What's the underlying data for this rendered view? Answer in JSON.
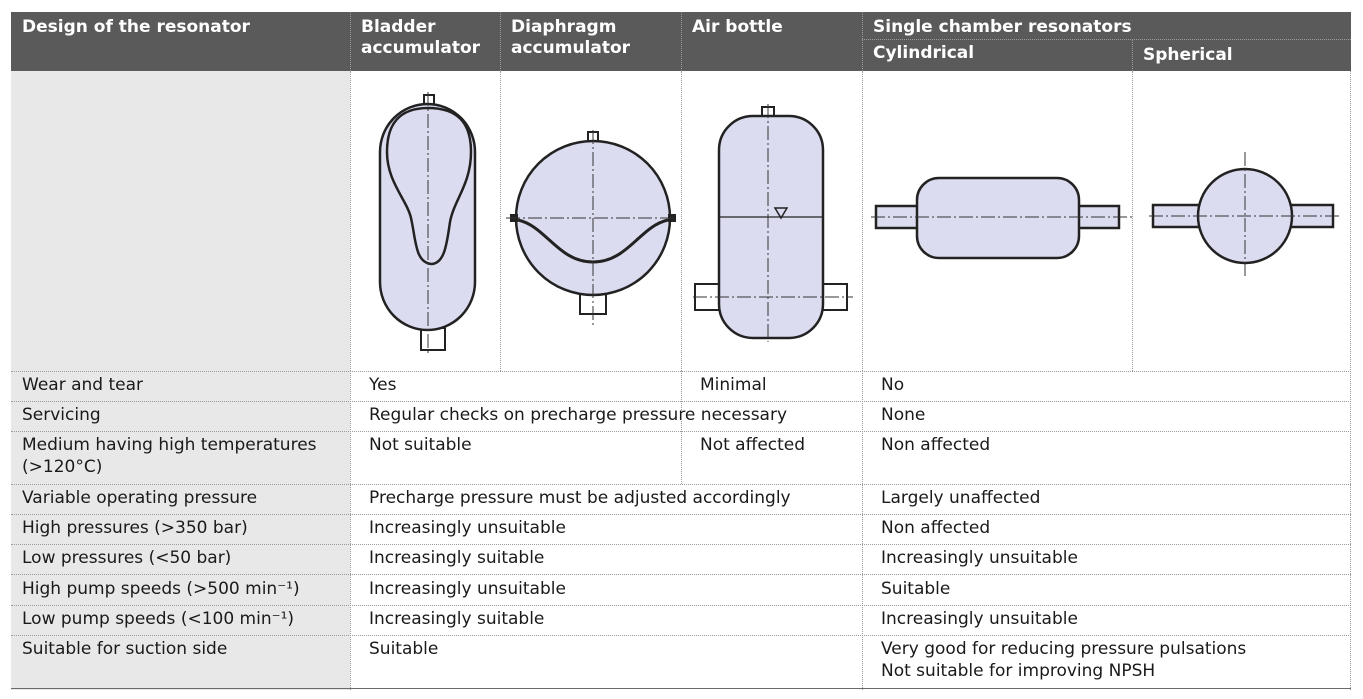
{
  "header": {
    "design": "Design of the resonator",
    "bladder": [
      "Bladder",
      "accumulator"
    ],
    "diaphragm": [
      "Diaphragm",
      "accumulator"
    ],
    "air_bottle": "Air bottle",
    "single_chamber": "Single chamber resonators",
    "cylindrical": "Cylindrical",
    "spherical": "Spherical"
  },
  "rows": [
    {
      "label": "Wear and tear",
      "values": [
        "Yes",
        "Minimal",
        "No"
      ]
    },
    {
      "label": "Servicing",
      "values": [
        "Regular checks on precharge pressure necessary",
        "None"
      ]
    },
    {
      "label": [
        "Medium having high temperatures",
        "(>120°C)"
      ],
      "values": [
        "Not suitable",
        "Not affected",
        "Non affected"
      ]
    },
    {
      "label": "Variable operating pressure",
      "values": [
        "Precharge pressure must be adjusted accordingly",
        "Largely unaffected"
      ]
    },
    {
      "label": "High pressures (>350 bar)",
      "values": [
        "Increasingly unsuitable",
        "Non affected"
      ]
    },
    {
      "label": "Low pressures (<50 bar)",
      "values": [
        "Increasingly suitable",
        "Increasingly unsuitable"
      ]
    },
    {
      "label": "High pump speeds (>500 min⁻¹)",
      "values": [
        "Increasingly unsuitable",
        "Suitable"
      ]
    },
    {
      "label": "Low pump speeds (<100 min⁻¹)",
      "values": [
        "Increasingly suitable",
        "Increasingly unsuitable"
      ]
    },
    {
      "label": "Suitable for suction side",
      "values": [
        "Suitable",
        [
          "Very good for reducing pressure pulsations",
          "Not suitable for improving NPSH"
        ]
      ]
    }
  ],
  "colors": {
    "header_bg": "#5a5a5a",
    "label_bg": "#e8e8e8",
    "drawing_fill": "#dcdcf0"
  },
  "icons": [
    "bladder-accumulator-icon",
    "diaphragm-accumulator-icon",
    "air-bottle-icon",
    "cylindrical-resonator-icon",
    "spherical-resonator-icon"
  ]
}
